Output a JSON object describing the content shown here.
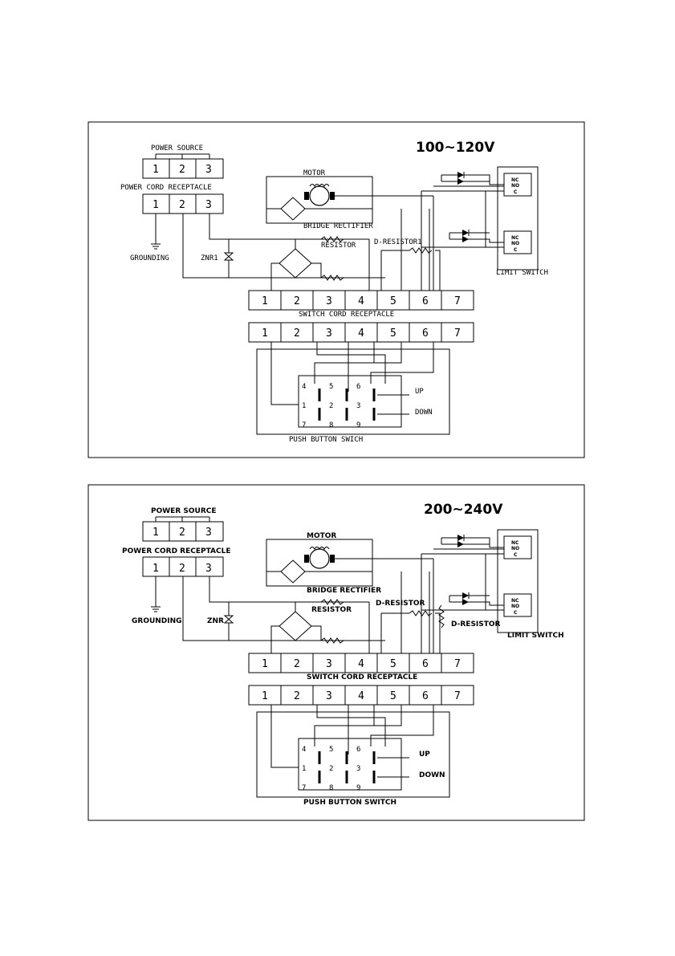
{
  "diagrams": [
    {
      "voltage": "100~120V",
      "power_source": "POWER SOURCE",
      "power_cord_receptacle": "POWER CORD RECEPTACLE",
      "grounding": "GROUNDING",
      "znr": "ZNR1",
      "motor": "MOTOR",
      "bridge_rectifier": "BRIDGE RECTIFIER",
      "resistor": "RESISTOR",
      "d_resistor": "D-RESISTOR1",
      "d_resistor_2": "",
      "limit_switch": "LIMIT SWITCH",
      "switch_cord_receptacle": "SWITCH CORD RECEPTACLE",
      "push_button_switch": "PUSH BUTTON SWICH",
      "up": "UP",
      "down": "DOWN"
    },
    {
      "voltage": "200~240V",
      "power_source": "POWER SOURCE",
      "power_cord_receptacle": "POWER CORD RECEPTACLE",
      "grounding": "GROUNDING",
      "znr": "ZNR",
      "motor": "MOTOR",
      "bridge_rectifier": "BRIDGE RECTIFIER",
      "resistor": "RESISTOR",
      "d_resistor": "D-RESISTOR",
      "d_resistor_2": "D-RESISTOR",
      "limit_switch": "LIMIT SWITCH",
      "switch_cord_receptacle": "SWITCH CORD RECEPTACLE",
      "push_button_switch": "PUSH BUTTON SWITCH",
      "up": "UP",
      "down": "DOWN"
    }
  ],
  "power_terminals": [
    "1",
    "2",
    "3"
  ],
  "cord_terminals": [
    "1",
    "2",
    "3",
    "4",
    "5",
    "6",
    "7"
  ],
  "switch_numbers": [
    "4",
    "5",
    "6",
    "1",
    "2",
    "3",
    "7",
    "8",
    "9"
  ],
  "limit_contacts": [
    "NC",
    "NO",
    "C"
  ]
}
